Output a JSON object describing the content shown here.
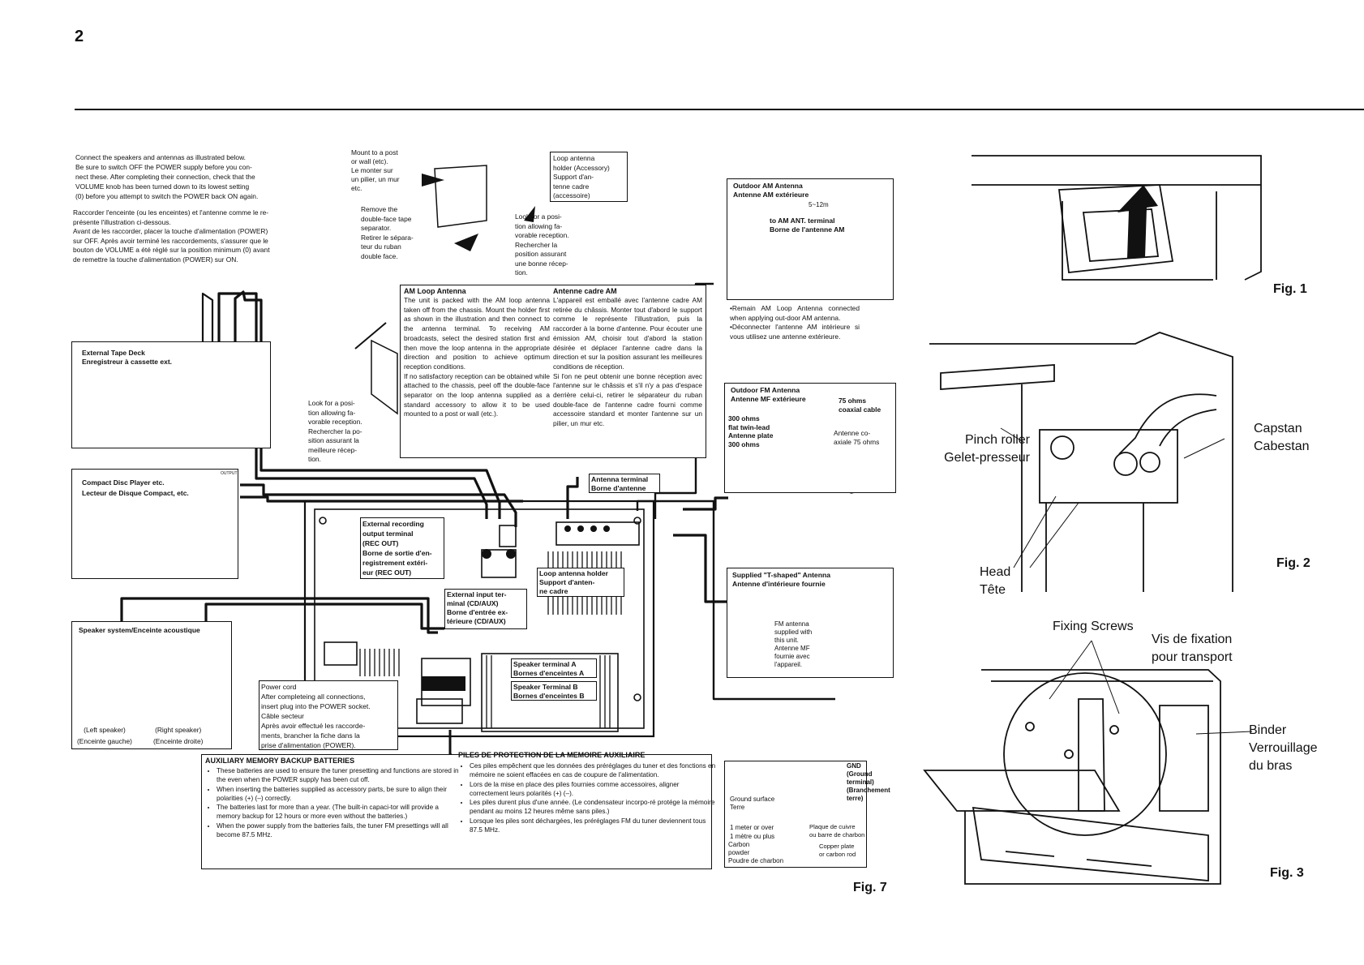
{
  "page": {
    "number": "2"
  },
  "figures": {
    "fig1": "Fig. 1",
    "fig2": "Fig. 2",
    "fig3": "Fig. 3",
    "fig7": "Fig. 7"
  },
  "intro": {
    "en": "Connect the speakers and antennas as illustrated below.\nBe sure to switch OFF the POWER supply before you con-\nnect these. After completing their connection, check that the\nVOLUME knob has been turned down to its lowest setting\n(0) before you attempt to switch the POWER back ON again.",
    "fr": "Raccorder l'enceinte (ou les enceintes) et l'antenne comme le re-\nprésente l'illustration ci-dessous.\nAvant de les raccorder, placer la touche d'alimentation (POWER)\nsur OFF. Après avoir terminé les raccordements, s'assurer que le\nbouton de VOLUME a été réglé sur la position minimum (0) avant\nde remettre la touche d'alimentation (POWER) sur ON."
  },
  "loop_mount": {
    "mount": "Mount to a post\nor wall (etc).\nLe monter sur\nun pilier, un mur\netc.",
    "remove": "Remove the\ndouble-face tape\nseparator.\nRetirer le sépara-\nteur du ruban\ndouble face.",
    "holder": "Loop antenna\nholder (Accessory)\nSupport d'an-\ntenne cadre\n(accessoire)",
    "look": "Look for a posi-\ntion allowing fa-\nvorable reception.\nRechercher la\nposition assurant\nune bonne récep-\ntion."
  },
  "look2": "Look for a posi-\ntion allowing fa-\nvorable reception.\nRechercher la po-\nsition assurant la\nmeilleure récep-\ntion.",
  "am_loop": {
    "title_en": "AM Loop Antenna",
    "body_en": "The unit is packed with the AM loop antenna taken off from the chassis. Mount the holder first as shown in the illustration and then connect to the antenna terminal. To receiving AM broadcasts, select the desired station first and then move the loop antenna in the appropriate direction and position to achieve optimum reception conditions.\nIf no satisfactory reception can be obtained while attached to the chassis, peel off the double-face separator on the loop antenna supplied as a standard accessory to allow it to be used mounted to a post or wall (etc.).",
    "title_fr": "Antenne cadre AM",
    "body_fr": "L'appareil est emballé avec l'antenne cadre AM retirée du châssis. Monter tout d'abord le support comme le représente l'illustration, puis la raccorder à la borne d'antenne. Pour écouter une émission AM, choisir tout d'abord la station désirée et déplacer l'antenne cadre dans la direction et sur la position assurant les meilleures conditions de réception.\nSi l'on ne peut obtenir une bonne réception avec l'antenne sur le châssis et s'il n'y a pas d'espace derrière celui-ci, retirer le séparateur du ruban double-face de l'antenne cadre fourni comme accessoire standard et monter l'antenne sur un pilier, un mur etc."
  },
  "outdoor_am": {
    "title": "Outdoor AM Antenna\nAntenne AM extérieure",
    "distance": "5~12m",
    "terminal": "to AM ANT. terminal\nBorne de l'antenne AM",
    "note": "•Remain AM Loop Antenna connected when applying out-door AM antenna.\n•Déconnecter l'antenne AM intérieure si vous utilisez une antenne extérieure."
  },
  "outdoor_fm": {
    "title": "Outdoor FM Antenna\nAntenne MF extérieure",
    "coax": "75 ohms\ncoaxial cable",
    "twin": "300 ohms\nflat twin-lead\nAntenne plate\n300 ohms",
    "coax_fr": "Antenne co-\naxiale 75 ohms"
  },
  "t_antenna": {
    "title": "Supplied \"T-shaped\" Antenna\nAntenne d'intérieure fournie",
    "note": "FM antenna\nsupplied with\nthis unit.\nAntenne MF\nfournie avec\nl'appareil."
  },
  "devices": {
    "tape": "External Tape Deck\nEnregistreur à cassette ext.",
    "cd": "Compact Disc Player etc.\nLecteur de Disque Compact, etc.",
    "speaker_title": "Speaker system/Enceinte acoustique",
    "left": "(Left speaker)\n(Enceinte gauche)",
    "right": "(Right speaker)\n(Enceinte droite)",
    "output": "OUTPUT"
  },
  "terminals": {
    "antenna": "Antenna terminal\nBorne d'antenne",
    "rec_out": "External recording\noutput terminal\n(REC OUT)\nBorne de sortie d'en-\nregistrement extéri-\neur (REC OUT)",
    "loop_holder": "Loop antenna holder\nSupport d'anten-\nne cadre",
    "input": "External input ter-\nminal (CD/AUX)\nBorne d'entrée ex-\ntérieure (CD/AUX)",
    "spk_a": "Speaker terminal A\nBornes d'enceintes A",
    "spk_b": "Speaker Terminal B\nBornes d'enceintes B",
    "power": "Power cord\nAfter completeing all connections,\ninsert plug into the POWER socket.\nCâble secteur\nAprès avoir effectué les raccorde-\nments, brancher la fiche dans la\nprise d'alimentation (POWER)."
  },
  "memory": {
    "title_en": "AUXILIARY MEMORY BACKUP BATTERIES",
    "items_en": [
      "These batteries are used to ensure the tuner presetting and functions are stored in the even when the POWER supply has been cut off.",
      "When inserting the batteries supplied as accessory parts, be sure to align their polarities (+) (–) correctly.",
      "The batteries last for more than a year. (The built-in capaci-tor will provide a memory backup for 12 hours or more even without the batteries.)",
      "When the power supply from the batteries fails, the tuner FM presettings will all become 87.5 MHz."
    ],
    "title_fr": "PILES DE PROTECTION DE LA MEMOIRE AUXILIAIRE",
    "items_fr": [
      "Ces piles empêchent que les données des préréglages du tuner et des fonctions en mémoire ne soient effacées en cas de coupure de l'alimentation.",
      "Lors de la mise en place des piles fournies comme accessoires, aligner correctement leurs polarités (+) (–).",
      "Les piles durent plus d'une année. (Le condensateur incorpo-ré protége la mémoire pendant au moins 12 heures même sans piles.)",
      "Lorsque les piles sont déchargées, les préréglages FM du tuner deviennent tous 87.5 MHz."
    ]
  },
  "ground": {
    "gnd": "GND\n(Ground\nterminal)\n(Branchement\nterre)",
    "surface": "Ground surface\nTerre",
    "depth": "1 meter or over\n1 mètre ou plus",
    "carbon": "Carbon\npowder\nPoudre de charbon",
    "plate": "Plaque de cuivre\nou barre de charbon",
    "copper": "Copper plate\nor carbon rod"
  },
  "fig2": {
    "pinch": "Pinch roller\nGelet-presseur",
    "capstan": "Capstan\nCabestan",
    "head": "Head\nTête"
  },
  "fig3": {
    "fixing": "Fixing Screws",
    "vis": "Vis de fixation\npour transport",
    "binder": "Binder\nVerrouillage\ndu bras"
  }
}
